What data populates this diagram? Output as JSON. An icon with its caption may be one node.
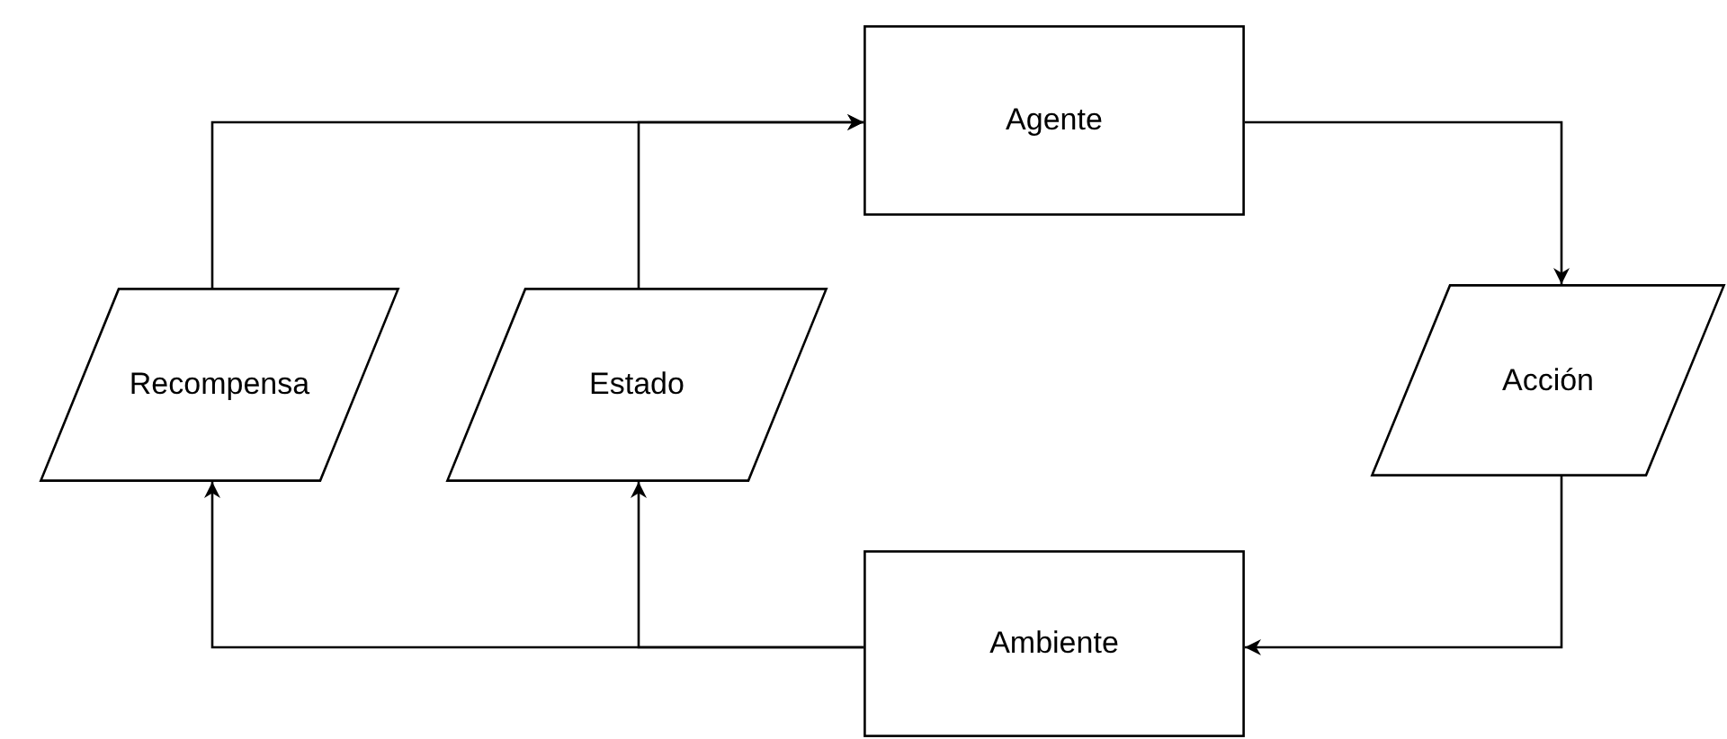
{
  "diagram": {
    "nodes": [
      {
        "text": [
          "Agente"
        ]
      },
      {
        "text": [
          "Acción"
        ]
      },
      {
        "text": [
          "Ambiente"
        ]
      },
      {
        "text": [
          "Recompensa"
        ]
      },
      {
        "text": [
          "Estado"
        ]
      }
    ],
    "edges": [
      {
        "from": 3,
        "to": 0,
        "arrow": "to"
      },
      {
        "from": 4,
        "to": 0,
        "arrow": "to"
      },
      {
        "from": 0,
        "to": 1,
        "arrow": "to"
      },
      {
        "from": 1,
        "to": 2,
        "arrow": "to"
      },
      {
        "from": 2,
        "to": 4,
        "arrow": "to"
      },
      {
        "from": 2,
        "to": 3,
        "arrow": "to"
      }
    ]
  }
}
